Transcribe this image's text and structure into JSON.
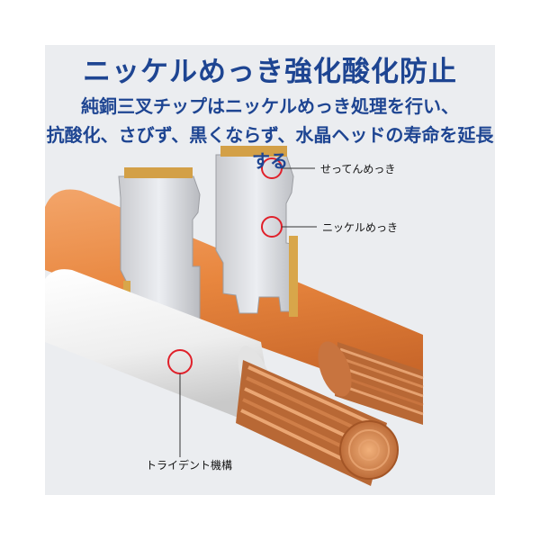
{
  "heading": {
    "title": "ニッケルめっき強化酸化防止",
    "line1": "純銅三叉チップはニッケルめっき処理を行い、",
    "line2": "抗酸化、さびず、黒くならず、水晶ヘッドの寿命を延長する"
  },
  "callouts": {
    "solder_plating": "せってんめっき",
    "nickel_plating": "ニッケルめっき",
    "trident": "トライデント機構"
  },
  "colors": {
    "title_blue": "#1e4592",
    "marker_red": "#e0202a",
    "wire_orange": "#e98a45",
    "wire_white": "#f2f2f2",
    "copper": "#c8743f"
  }
}
